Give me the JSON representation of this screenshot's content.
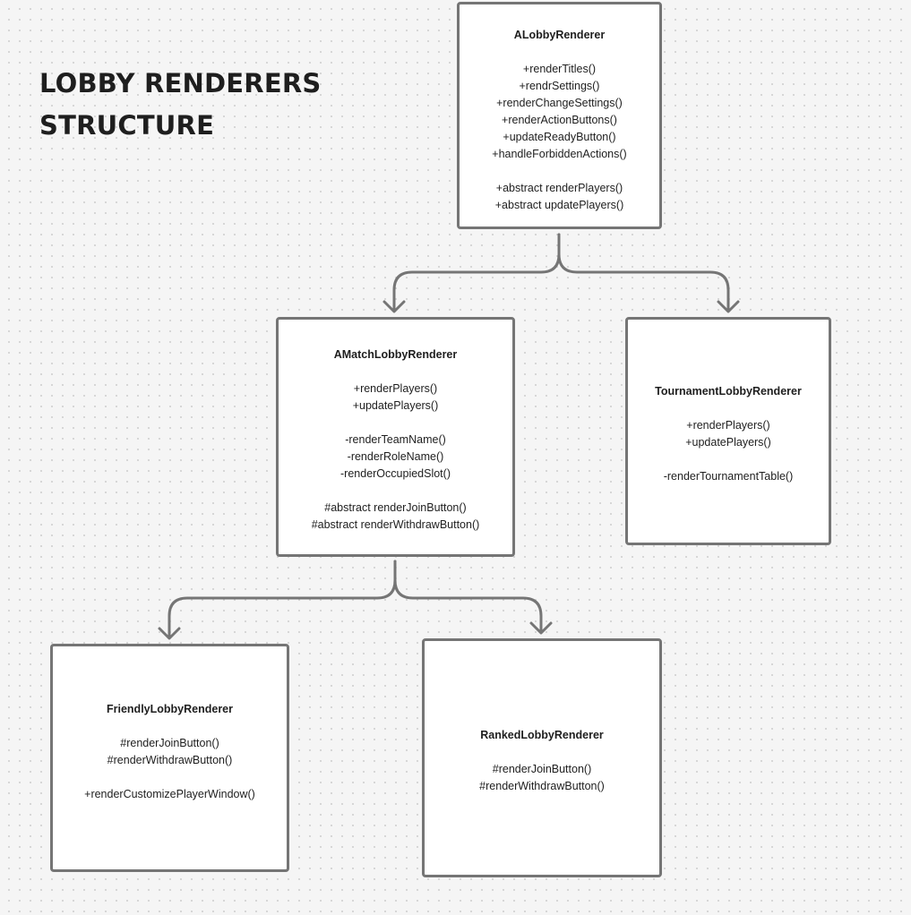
{
  "title": {
    "line1": "LOBBY RENDERERS",
    "line2": "STRUCTURE"
  },
  "classes": {
    "a_lobby": {
      "name": "ALobbyRenderer",
      "groups": [
        [
          "+renderTitles()",
          "+rendrSettings()",
          "+renderChangeSettings()",
          "+renderActionButtons()",
          "+updateReadyButton()",
          "+handleForbiddenActions()"
        ],
        [
          "+abstract renderPlayers()",
          "+abstract updatePlayers()"
        ]
      ]
    },
    "a_match": {
      "name": "AMatchLobbyRenderer",
      "groups": [
        [
          "+renderPlayers()",
          "+updatePlayers()"
        ],
        [
          "-renderTeamName()",
          "-renderRoleName()",
          "-renderOccupiedSlot()"
        ],
        [
          "#abstract renderJoinButton()",
          "#abstract renderWithdrawButton()"
        ]
      ]
    },
    "tournament": {
      "name": "TournamentLobbyRenderer",
      "groups": [
        [
          "+renderPlayers()",
          "+updatePlayers()"
        ],
        [
          "-renderTournamentTable()"
        ]
      ]
    },
    "friendly": {
      "name": "FriendlyLobbyRenderer",
      "groups": [
        [
          "#renderJoinButton()",
          "#renderWithdrawButton()"
        ],
        [
          "+renderCustomizePlayerWindow()"
        ]
      ]
    },
    "ranked": {
      "name": "RankedLobbyRenderer",
      "groups": [
        [
          "#renderJoinButton()",
          "#renderWithdrawButton()"
        ]
      ]
    }
  },
  "colors": {
    "background": "#f5f5f5",
    "dots": "#cfcfcf",
    "border": "#757575",
    "text": "#1e1e1e"
  }
}
